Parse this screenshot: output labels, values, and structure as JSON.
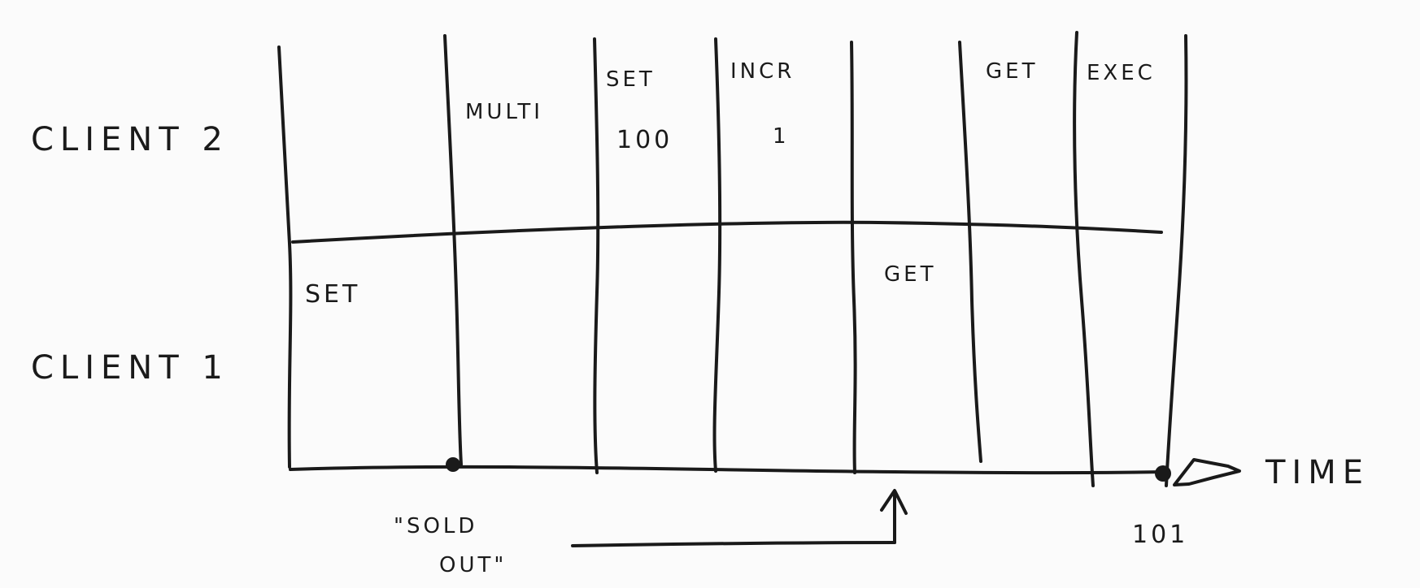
{
  "lanes": {
    "client2": "CLIENT 2",
    "client1": "CLIENT 1"
  },
  "axis": {
    "time_label": "TIME"
  },
  "client2_events": [
    {
      "name": "MULTI",
      "value": ""
    },
    {
      "name": "SET",
      "value": "100"
    },
    {
      "name": "INCR",
      "value": "1"
    },
    {
      "name": "GET",
      "value": ""
    },
    {
      "name": "EXEC",
      "value": ""
    }
  ],
  "client1_events": [
    {
      "name": "SET"
    },
    {
      "name": "GET"
    }
  ],
  "annotations": {
    "sold_out_line1": "\"SOLD",
    "sold_out_line2": "OUT\"",
    "end_value": "101"
  }
}
